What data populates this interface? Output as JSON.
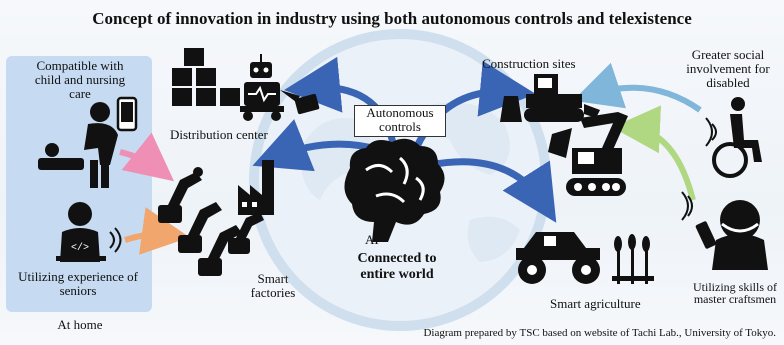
{
  "title": "Concept of innovation in industry using both autonomous controls and telexistence",
  "labels": {
    "childcare": "Compatible with child and nursing care",
    "seniors": "Utilizing experience of seniors",
    "home": "At home",
    "distribution": "Distribution center",
    "autonomous": "Autonomous controls",
    "construction": "Construction sites",
    "disabled": "Greater social involvement for disabled",
    "factories": "Smart factories",
    "ai": "AI",
    "connected": "Connected to entire world",
    "agriculture": "Smart agriculture",
    "craftsmen": "Utilizing skills of master craftsmen"
  },
  "credit": "Diagram prepared by TSC based on website of Tachi Lab., University of Tokyo.",
  "colors": {
    "home_bg": "#c6daf2",
    "arrow_blue": "#3a64b4",
    "arrow_pink": "#ef8fb5",
    "arrow_orange": "#f0a66c",
    "arrow_green": "#b0d782",
    "arrow_lightblue": "#7fb6da",
    "globe": "#cfdfee"
  },
  "icons": [
    "brain-icon",
    "robot-arm-icon",
    "factory-icon",
    "bulldozer-icon",
    "excavator-icon",
    "monster-truck-icon",
    "wheat-icon",
    "wheelchair-icon",
    "craftsman-headset-icon",
    "laptop-worker-icon",
    "caregiver-icon",
    "distribution-robot-icon",
    "boxes-icon"
  ]
}
